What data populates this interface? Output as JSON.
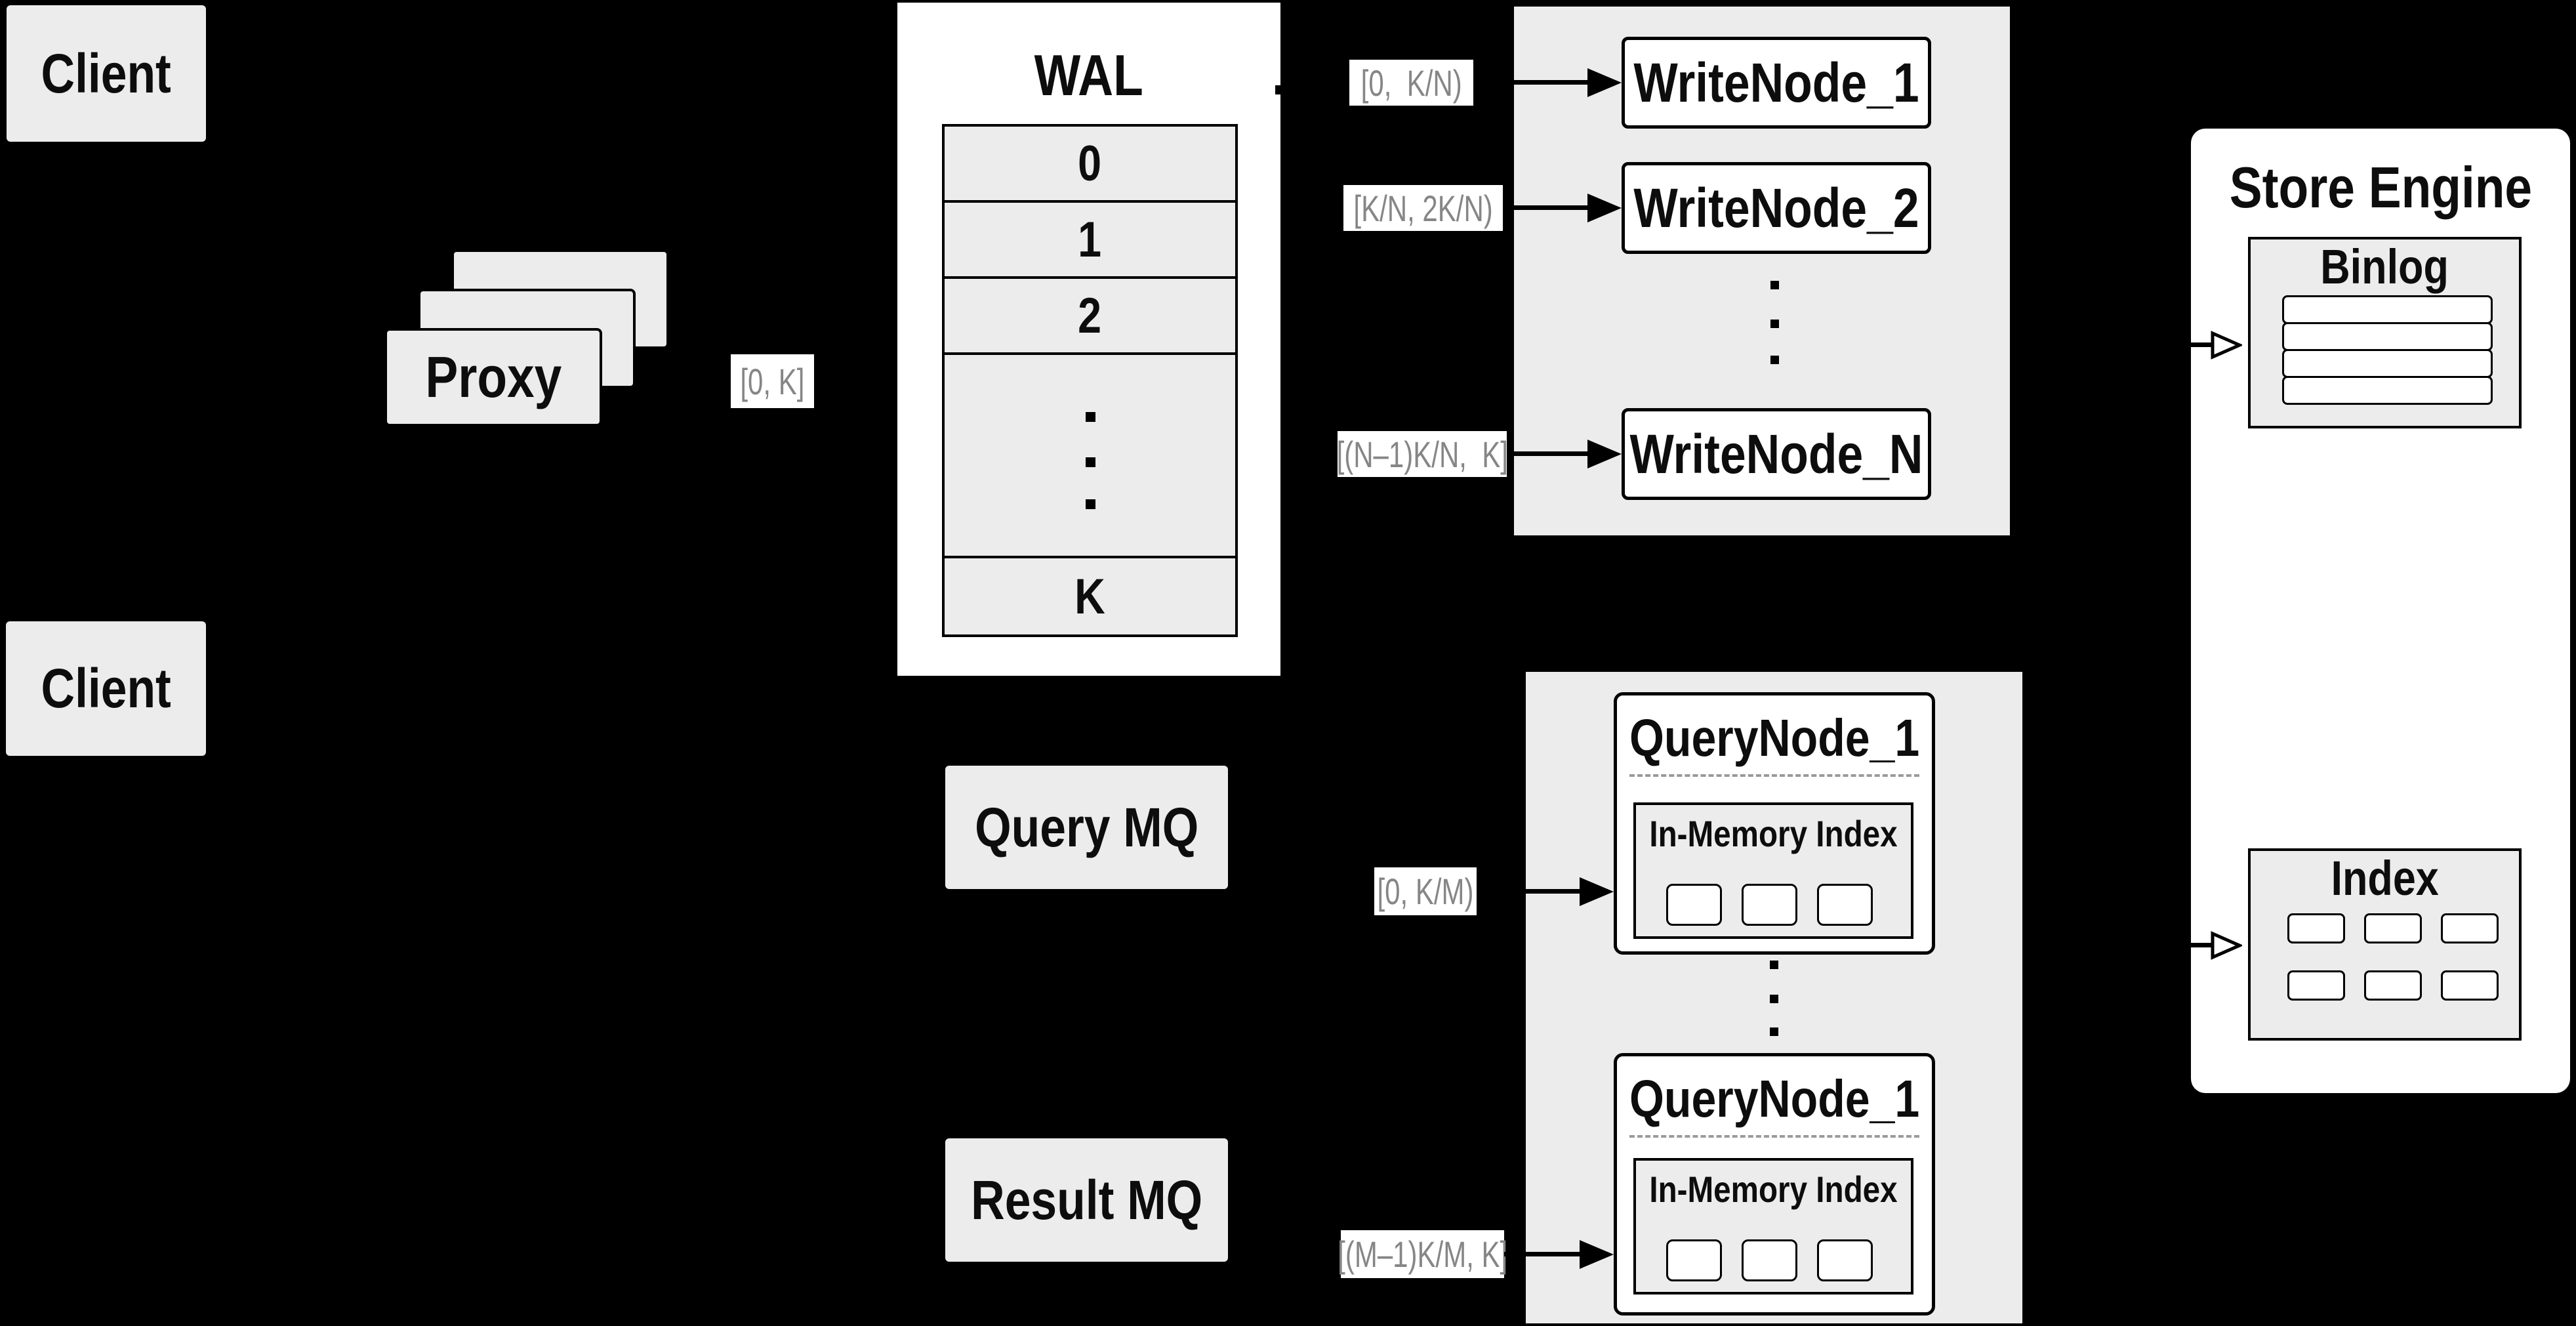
{
  "diagram": {
    "clients": {
      "top": "Client",
      "bottom": "Client"
    },
    "proxy": {
      "label": "Proxy",
      "range_out": "[0, K]"
    },
    "wal": {
      "title": "WAL",
      "segments": [
        "0",
        "1",
        "2",
        "K"
      ]
    },
    "write_cluster": {
      "nodes": [
        {
          "label": "WriteNode_1",
          "range": "[0,  K/N)"
        },
        {
          "label": "WriteNode_2",
          "range": "[K/N, 2K/N)"
        },
        {
          "label": "WriteNode_N",
          "range": "[(N–1)K/N,  K]"
        }
      ]
    },
    "store_engine": {
      "title": "Store Engine",
      "binlog_title": "Binlog",
      "index_title": "Index"
    },
    "mq": {
      "query": "Query MQ",
      "result": "Result MQ"
    },
    "query_cluster": {
      "nodes": [
        {
          "label": "QueryNode_1",
          "inmem": "In-Memory Index",
          "range": "[0, K/M)"
        },
        {
          "label": "QueryNode_1",
          "inmem": "In-Memory Index",
          "range": "[(M–1)K/M, K]"
        }
      ]
    }
  }
}
